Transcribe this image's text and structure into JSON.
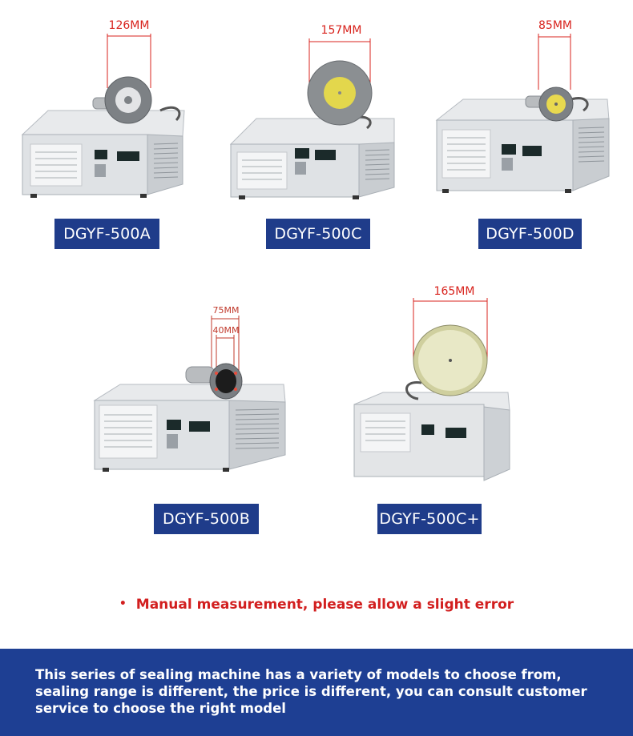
{
  "products": [
    {
      "model": "DGYF-500A",
      "dimensions": [
        "126MM"
      ]
    },
    {
      "model": "DGYF-500C",
      "dimensions": [
        "157MM"
      ]
    },
    {
      "model": "DGYF-500D",
      "dimensions": [
        "85MM"
      ]
    },
    {
      "model": "DGYF-500B",
      "dimensions": [
        "75MM",
        "40MM"
      ]
    },
    {
      "model": "DGYF-500C+",
      "dimensions": [
        "165MM"
      ]
    }
  ],
  "note": "Manual measurement, please allow a slight error",
  "footer": {
    "text": "This series of sealing machine has a variety of models to choose from, sealing range is different, the price is different, you can consult customer service to choose the right model"
  },
  "colors": {
    "label_bg": "#1f3c8a",
    "footer_bg": "#1e3f93",
    "dimension_red": "#d8231d",
    "note_red": "#d21f1f"
  }
}
